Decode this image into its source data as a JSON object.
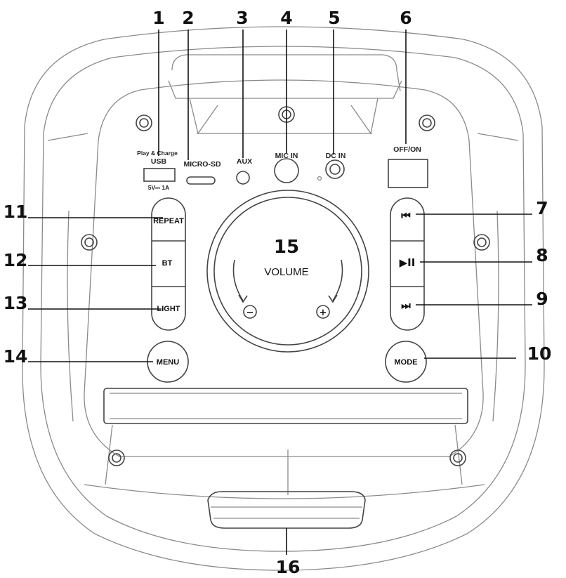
{
  "callouts": {
    "c1": "1",
    "c2": "2",
    "c3": "3",
    "c4": "4",
    "c5": "5",
    "c6": "6",
    "c7": "7",
    "c8": "8",
    "c9": "9",
    "c10": "10",
    "c11": "11",
    "c12": "12",
    "c13": "13",
    "c14": "14",
    "c15": "15",
    "c16": "16"
  },
  "ports": {
    "usb_top": "Play & Charge",
    "usb": "USB",
    "usb_rating": "5V⎓ 1A",
    "micro_sd": "MICRO-SD",
    "aux": "AUX",
    "mic_in": "MIC IN",
    "dc_in": "DC IN",
    "off_on": "OFF/ON"
  },
  "buttons": {
    "repeat": "REPEAT",
    "bt": "BT",
    "light": "LIGHT",
    "menu": "MENU",
    "mode": "MODE",
    "prev_glyph": "⏮",
    "play_glyph": "▶II",
    "next_glyph": "⏭"
  },
  "volume": {
    "label": "VOLUME",
    "minus": "−",
    "plus": "+"
  }
}
